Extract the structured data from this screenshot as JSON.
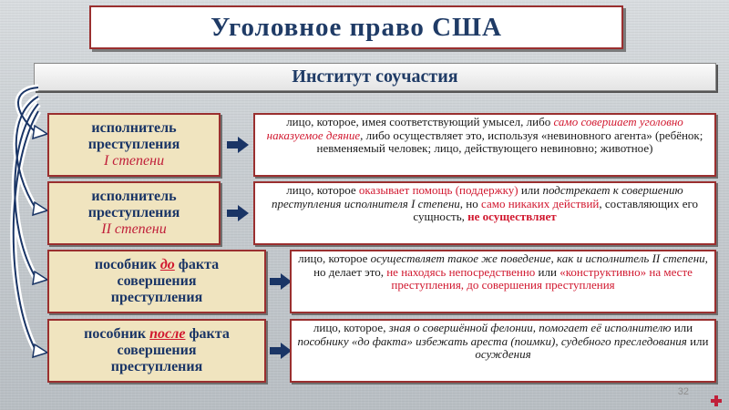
{
  "title": "Уголовное право США",
  "institute": "Институт соучастия",
  "rows": [
    {
      "left": {
        "line1": "исполнитель",
        "line2": "преступления",
        "degree": "I степени"
      },
      "right": [
        "лицо, которое, имея соответствующий умысел, либо ",
        "само совершает уголовно наказуемое деяние",
        ", либо осуществляет это, используя «невиновного агента» (ребёнок; невменяемый человек; лицо, действующего невиновно; животное)"
      ]
    },
    {
      "left": {
        "line1": "исполнитель",
        "line2": "преступления",
        "degree": "II степени"
      },
      "right": [
        "лицо, которое ",
        "оказывает помощь (поддержку)",
        " или ",
        "подстрекает к совершению преступления исполнителя I степени",
        ", но ",
        "само никаких действий",
        ", составляющих его сущность, ",
        "не осуществляет"
      ]
    },
    {
      "left": {
        "pre": "пособник ",
        "kw": "до",
        "post": " факта",
        "line2": "совершения",
        "line3": "преступления"
      },
      "right": [
        "лицо, которое ",
        "осуществляет такое же поведение, как и исполнитель II степени",
        ", но делает это, ",
        "не находясь непосредственно",
        " или ",
        "«конструктивно» на месте преступления, до совершения преступления"
      ]
    },
    {
      "left": {
        "pre": "пособник ",
        "kw": "после",
        "post": " факта",
        "line2": "совершения",
        "line3": "преступления"
      },
      "right": [
        "лицо, которое, ",
        "зная о совершённой фелонии, помогает её исполнителю",
        " или ",
        "пособнику «до факта» избежать ареста (поимки), судебного преследования",
        " или ",
        "осуждения"
      ]
    }
  ],
  "page_number": "32",
  "colors": {
    "accent": "#9a2f2f",
    "title": "#1f3b66",
    "highlight": "#d1182f",
    "left_fill": "#f0e4bf",
    "arrow": "#1a3566"
  },
  "icons": [
    "curved-arrow-icon",
    "right-arrow-icon",
    "plus-corner-icon"
  ]
}
